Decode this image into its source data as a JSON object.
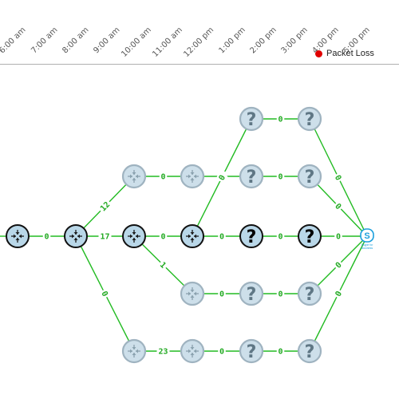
{
  "timeline": {
    "ticks": [
      "6:00 am",
      "7:00 am",
      "8:00 am",
      "9:00 am",
      "10:00 am",
      "11:00 am",
      "12:00 pm",
      "1:00 pm",
      "2:00 pm",
      "3:00 pm",
      "4:00 pm",
      "5:00 pm"
    ]
  },
  "legend": {
    "label": "Packet Loss",
    "color": "#e00000"
  },
  "colors": {
    "link": "#22bb22",
    "label": "#22aa22",
    "node_fill_active": "#b9d7e8",
    "node_fill_faded": "#cddfea",
    "node_stroke_active": "#111111",
    "node_stroke_faded": "#9fb3c0",
    "endpoint_brand": "#1a9fdc"
  },
  "nodes": [
    {
      "id": "n0",
      "kind": "router",
      "state": "active"
    },
    {
      "id": "n1",
      "kind": "router",
      "state": "active"
    },
    {
      "id": "n2",
      "kind": "router",
      "state": "faded"
    },
    {
      "id": "n3",
      "kind": "router",
      "state": "faded"
    },
    {
      "id": "n4",
      "kind": "router",
      "state": "active"
    },
    {
      "id": "n5",
      "kind": "router",
      "state": "active"
    },
    {
      "id": "n6",
      "kind": "unknown",
      "state": "active"
    },
    {
      "id": "n7",
      "kind": "unknown",
      "state": "active"
    },
    {
      "id": "n8",
      "kind": "unknown",
      "state": "faded"
    },
    {
      "id": "n9",
      "kind": "unknown",
      "state": "faded"
    },
    {
      "id": "n10",
      "kind": "unknown",
      "state": "faded"
    },
    {
      "id": "n11",
      "kind": "unknown",
      "state": "faded"
    },
    {
      "id": "n12",
      "kind": "router",
      "state": "faded"
    },
    {
      "id": "n13",
      "kind": "unknown",
      "state": "faded"
    },
    {
      "id": "n14",
      "kind": "unknown",
      "state": "faded"
    },
    {
      "id": "n15",
      "kind": "router",
      "state": "faded"
    },
    {
      "id": "n16",
      "kind": "router",
      "state": "faded"
    },
    {
      "id": "n17",
      "kind": "unknown",
      "state": "faded"
    },
    {
      "id": "n18",
      "kind": "unknown",
      "state": "faded"
    },
    {
      "id": "skype",
      "kind": "skype",
      "state": "active",
      "caption_line1": "Skype for",
      "caption_line2": "Business"
    }
  ],
  "links": [
    {
      "from": "n0",
      "to": "n1",
      "label": "0"
    },
    {
      "from": "n1",
      "to": "n2",
      "label": "12"
    },
    {
      "from": "n1",
      "to": "n4",
      "label": "17"
    },
    {
      "from": "n1",
      "to": "n15",
      "label": "0"
    },
    {
      "from": "n2",
      "to": "n3",
      "label": "0"
    },
    {
      "from": "n3",
      "to": "n10",
      "label": "0"
    },
    {
      "from": "n4",
      "to": "n5",
      "label": "0"
    },
    {
      "from": "n4",
      "to": "n12",
      "label": "1"
    },
    {
      "from": "n5",
      "to": "n8",
      "label": "0"
    },
    {
      "from": "n5",
      "to": "n6",
      "label": "0"
    },
    {
      "from": "n6",
      "to": "n7",
      "label": "0"
    },
    {
      "from": "n7",
      "to": "skype",
      "label": "0"
    },
    {
      "from": "n8",
      "to": "n9",
      "label": "0"
    },
    {
      "from": "n9",
      "to": "skype",
      "label": "0"
    },
    {
      "from": "n10",
      "to": "n11",
      "label": "0"
    },
    {
      "from": "n11",
      "to": "skype",
      "label": "0"
    },
    {
      "from": "n12",
      "to": "n13",
      "label": "0"
    },
    {
      "from": "n13",
      "to": "n14",
      "label": "0"
    },
    {
      "from": "n14",
      "to": "skype",
      "label": "0"
    },
    {
      "from": "n15",
      "to": "n16",
      "label": "23"
    },
    {
      "from": "n16",
      "to": "n17",
      "label": "0"
    },
    {
      "from": "n17",
      "to": "n18",
      "label": "0"
    },
    {
      "from": "n18",
      "to": "skype",
      "label": "0"
    }
  ]
}
